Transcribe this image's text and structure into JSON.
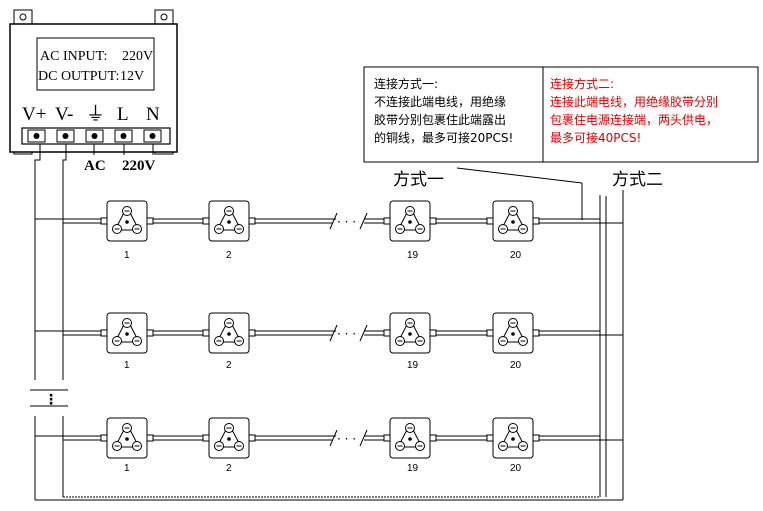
{
  "power_supply": {
    "input_label": "AC INPUT:",
    "input_value": "220V",
    "output_label": "DC OUTPUT:",
    "output_value": "12V",
    "terminals": [
      "V+",
      "V-",
      "⏚",
      "L",
      "N"
    ],
    "ac_label": "AC",
    "ac_voltage": "220V"
  },
  "notes": {
    "method1": {
      "title": "连接方式一:",
      "lines": [
        "不连接此端电线，用绝缘",
        "胶带分别包裹住此端露出",
        "的铜线，最多可接20PCS!"
      ]
    },
    "method2": {
      "title": "连接方式二:",
      "lines": [
        "连接此端电线，用绝缘胶带分别",
        "包裹住电源连接端，两头供电，",
        "最多可接40PCS!"
      ],
      "color": "#e00000"
    }
  },
  "mode_labels": {
    "method1": "方式一",
    "method2": "方式二"
  },
  "rows": [
    {
      "module_numbers": [
        "1",
        "2",
        "19",
        "20"
      ]
    },
    {
      "module_numbers": [
        "1",
        "2",
        "19",
        "20"
      ]
    },
    {
      "module_numbers": [
        "1",
        "2",
        "19",
        "20"
      ]
    }
  ],
  "ellipsis": "· · ·",
  "vertical_ellipsis": "⋮"
}
